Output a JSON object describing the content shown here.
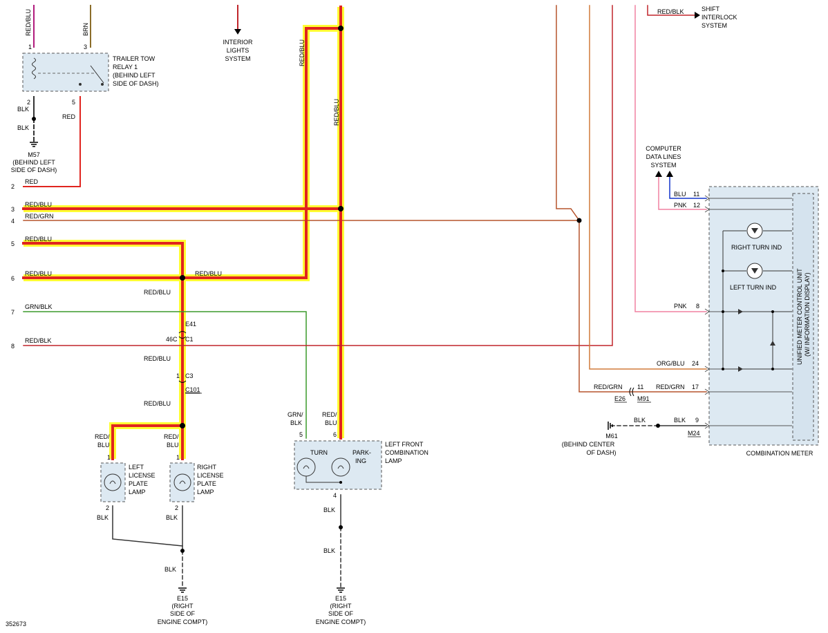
{
  "figure_id": "352673",
  "colors": {
    "red": "#e0241f",
    "red_blu": "#e0241f",
    "red_grn": "#b5532c",
    "grn_blk": "#3a9a2a",
    "red_blk": "#c0242a",
    "pnk": "#f080a0",
    "blu": "#1133cc",
    "blk": "#333333",
    "brn": "#8b6d2a",
    "org_blu": "#d07a3a",
    "highlight": "#ffff33",
    "component_fill": "#dde9f2"
  },
  "rows": [
    {
      "num": "2",
      "wire": "RED"
    },
    {
      "num": "3",
      "wire": "RED/BLU"
    },
    {
      "num": "4",
      "wire": "RED/GRN"
    },
    {
      "num": "5",
      "wire": "RED/BLU"
    },
    {
      "num": "6",
      "wire": "RED/BLU"
    },
    {
      "num": "7",
      "wire": "GRN/BLK"
    },
    {
      "num": "8",
      "wire": "RED/BLK"
    }
  ],
  "relay": {
    "title": [
      "TRAILER TOW",
      "RELAY 1",
      "(BEHIND LEFT",
      "SIDE OF DASH)"
    ],
    "pin1": "1",
    "pin3": "3",
    "pin2": "2",
    "pin5": "5",
    "wire_top_left": "RED/BLU",
    "wire_top_right": "BRN",
    "wire_bottom_left": "BLK",
    "wire_bottom_left2": "BLK",
    "wire_bottom_right": "RED"
  },
  "ground_m57": [
    "M57",
    "(BEHIND LEFT",
    "SIDE OF DASH)"
  ],
  "interior_lights": [
    "INTERIOR",
    "LIGHTS",
    "SYSTEM"
  ],
  "shift_interlock": [
    "SHIFT",
    "INTERLOCK",
    "SYSTEM"
  ],
  "shift_wire": "RED/BLK",
  "computer_data": [
    "COMPUTER",
    "DATA LINES",
    "SYSTEM"
  ],
  "vertical_labels": {
    "v1": "RED/BLU",
    "v2": "RED/BLU"
  },
  "center_labels": {
    "row6_right": "RED/BLU",
    "redblu_a": "RED/BLU",
    "redblu_b": "RED/BLU",
    "redblu_c": "RED/BLU",
    "e41": "E41",
    "c46": "46C",
    "c1": "C1",
    "c1_pin": "1",
    "c3": "C3",
    "c101": "C101"
  },
  "license_lamps": {
    "left": {
      "name": [
        "LEFT",
        "LICENSE",
        "PLATE",
        "LAMP"
      ],
      "top_wire": [
        "RED/",
        "BLU"
      ],
      "pin_top": "1",
      "pin_bot": "2",
      "bot_wire": "BLK"
    },
    "right": {
      "name": [
        "RIGHT",
        "LICENSE",
        "PLATE",
        "LAMP"
      ],
      "top_wire": [
        "RED/",
        "BLU"
      ],
      "pin_top": "1",
      "pin_bot": "2",
      "bot_wire": "BLK"
    },
    "ground_wire": "BLK",
    "ground": [
      "E15",
      "(RIGHT",
      "SIDE OF",
      "ENGINE COMPT)"
    ]
  },
  "front_lamp": {
    "name": [
      "LEFT FRONT",
      "COMBINATION",
      "LAMP"
    ],
    "turn": "TURN",
    "parking": [
      "PARK-",
      "ING"
    ],
    "wire5": [
      "GRN/",
      "BLK"
    ],
    "pin5": "5",
    "wire6": [
      "RED/",
      "BLU"
    ],
    "pin6": "6",
    "pin4": "4",
    "blk1": "BLK",
    "blk2": "BLK",
    "ground": [
      "E15",
      "(RIGHT",
      "SIDE OF",
      "ENGINE COMPT)"
    ]
  },
  "meter": {
    "name": "COMBINATION METER",
    "unit_label": [
      "UNIFIED METER CONTROL UNIT",
      "(W/ INFORMATION DISPLAY)"
    ],
    "right_turn": "RIGHT TURN IND",
    "left_turn": "LEFT TURN IND",
    "pins": [
      {
        "wire": "BLU",
        "pin": "11"
      },
      {
        "wire": "PNK",
        "pin": "12"
      },
      {
        "wire": "PNK",
        "pin": "8"
      },
      {
        "wire": "ORG/BLU",
        "pin": "24"
      },
      {
        "wire": "RED/GRN",
        "pin": "17"
      },
      {
        "wire": "BLK",
        "pin": "9"
      }
    ],
    "m91_wire": "RED/GRN",
    "m91_pin": "11",
    "e26": "E26",
    "m91": "M91",
    "m24": "M24",
    "m61_wire": "BLK",
    "ground": [
      "M61",
      "(BEHIND CENTER",
      "OF DASH)"
    ]
  }
}
